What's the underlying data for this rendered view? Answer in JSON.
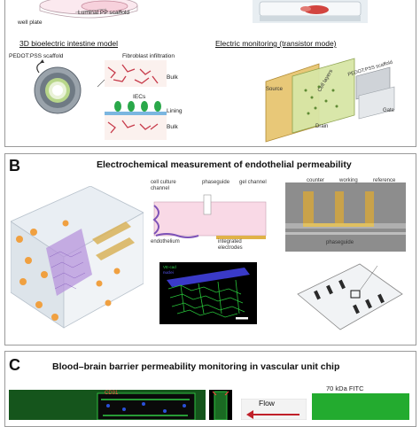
{
  "panel_a": {
    "labels": {
      "well_plate": "well plate",
      "luminal_scaffold": "Luminal PP scaffold",
      "model_title": "3D bioelectric intestine model",
      "monitoring_title": "Electric monitoring (transistor mode)",
      "pedot_scaffold": "PEDOT:PSS scaffold",
      "fibroblast": "Fibroblast infiltration",
      "bulk_top": "Bulk",
      "iecs": "IECs",
      "lining": "Lining",
      "bulk_bottom": "Bulk",
      "source": "Source",
      "cell_layers": "Cell layers",
      "drain": "Drain",
      "gate": "Gate",
      "pedot_scaffold_rot": "PEDOT:PSS scaffold"
    }
  },
  "panel_b": {
    "letter": "B",
    "title": "Electrochemical measurement of endothelial permeability",
    "labels": {
      "cell_culture_channel": "cell culture\nchannel",
      "phaseguide_top": "phaseguide",
      "gel_channel": "gel channel",
      "endothelium": "endothelium",
      "integrated_electrodes": "integrated\nelectrodes",
      "counter": "counter",
      "working": "working",
      "reference": "reference",
      "phaseguide_bottom": "phaseguide",
      "confocal_tag_1": "VE-cad",
      "confocal_tag_2": "nuclei"
    }
  },
  "panel_c": {
    "letter": "C",
    "title": "Blood–brain barrier permeability monitoring in vascular unit chip",
    "labels": {
      "stain": "CD31",
      "flow": "Flow",
      "fitc": "70 kDa FITC"
    }
  },
  "colors": {
    "gold": "#c9a24a",
    "orange_particle": "#f0a040",
    "purple_endothelium": "#9a6ad0",
    "green_fluorescence": "#22a32a",
    "flow_arrow": "#c0202a"
  }
}
